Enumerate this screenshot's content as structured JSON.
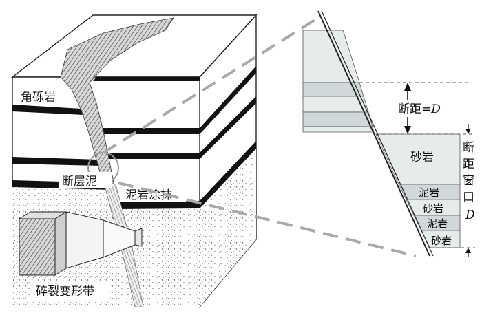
{
  "block": {
    "label_breccia": "角砾岩",
    "label_fault_gouge": "断层泥",
    "label_mud_smear": "泥岩涂抹",
    "label_cataclastic_zone": "碎裂变形带"
  },
  "inset": {
    "throw_label": "断距=",
    "throw_symbol": "D",
    "window_label_chars": [
      "断",
      "距",
      "窗",
      "口"
    ],
    "window_symbol": "D",
    "layers": [
      "砂岩",
      "泥岩",
      "砂岩",
      "泥岩",
      "砂岩"
    ]
  },
  "colors": {
    "bed": "#111111",
    "sand": "#e6ebec",
    "line": "#222222",
    "dash": "#a9a9a9"
  }
}
